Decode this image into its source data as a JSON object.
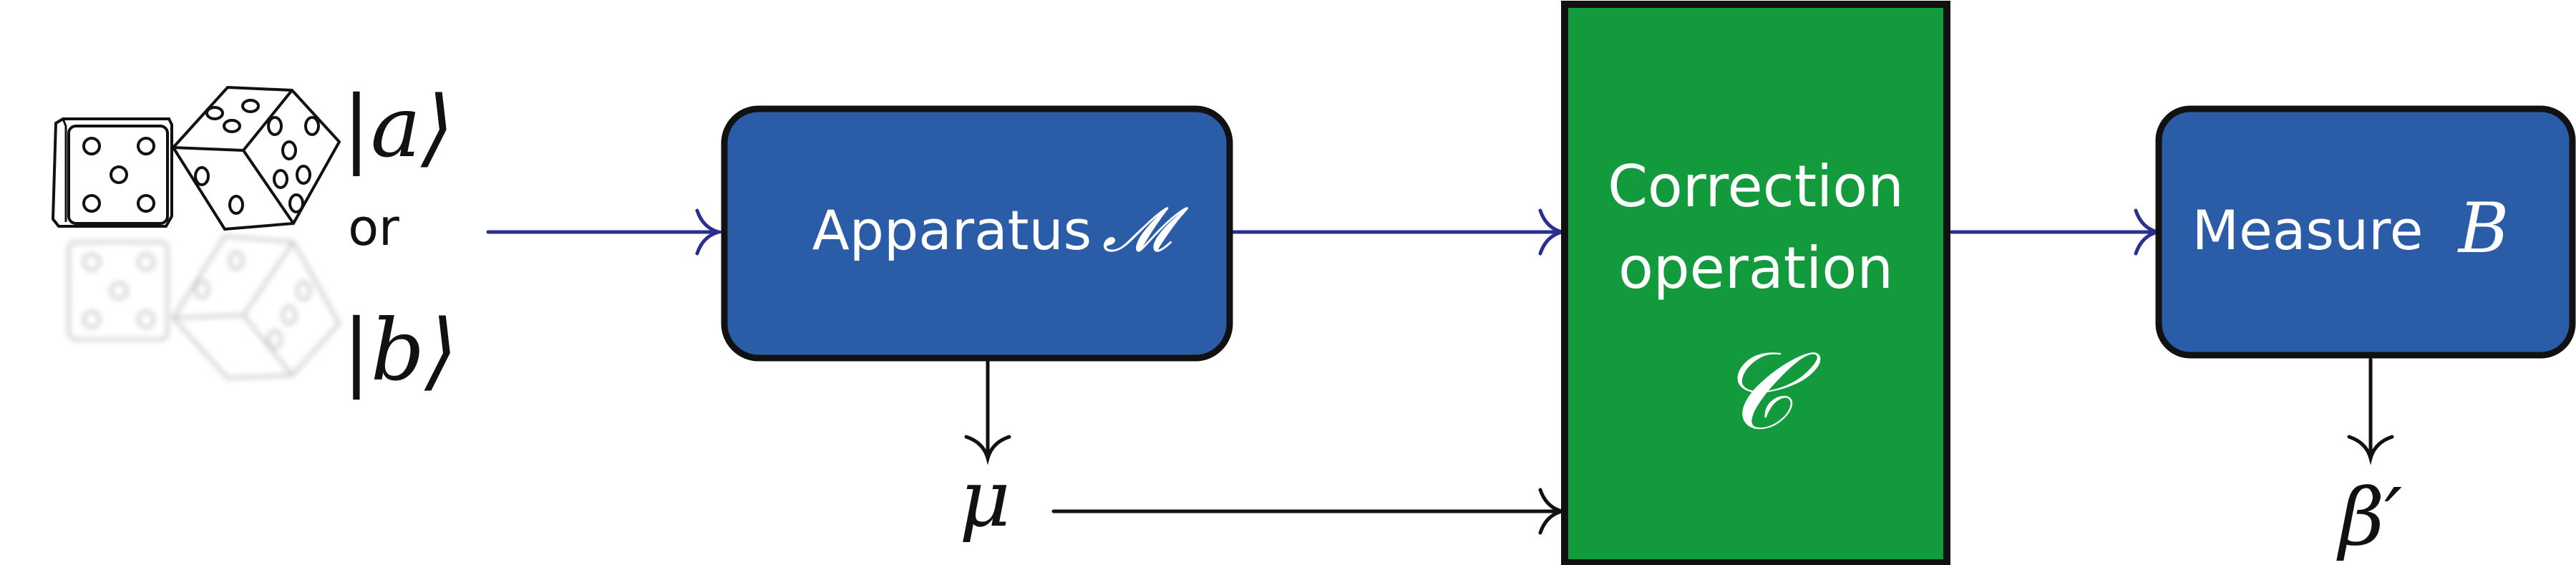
{
  "diagram": {
    "state_a": "|a⟩",
    "or_text": "or",
    "state_b": "|b⟩",
    "apparatus": {
      "text": "Apparatus",
      "symbol": "𝓜"
    },
    "correction": {
      "line1": "Correction",
      "line2": "operation",
      "symbol": "𝒞"
    },
    "measure": {
      "text": "Measure",
      "symbol": "B"
    },
    "mu_label": "μ",
    "beta_label": "β′",
    "colors": {
      "blue_box": "#2a5ca8",
      "green_box": "#129a3c",
      "blue_arrow": "#2b2f8e",
      "black": "#111111"
    }
  }
}
